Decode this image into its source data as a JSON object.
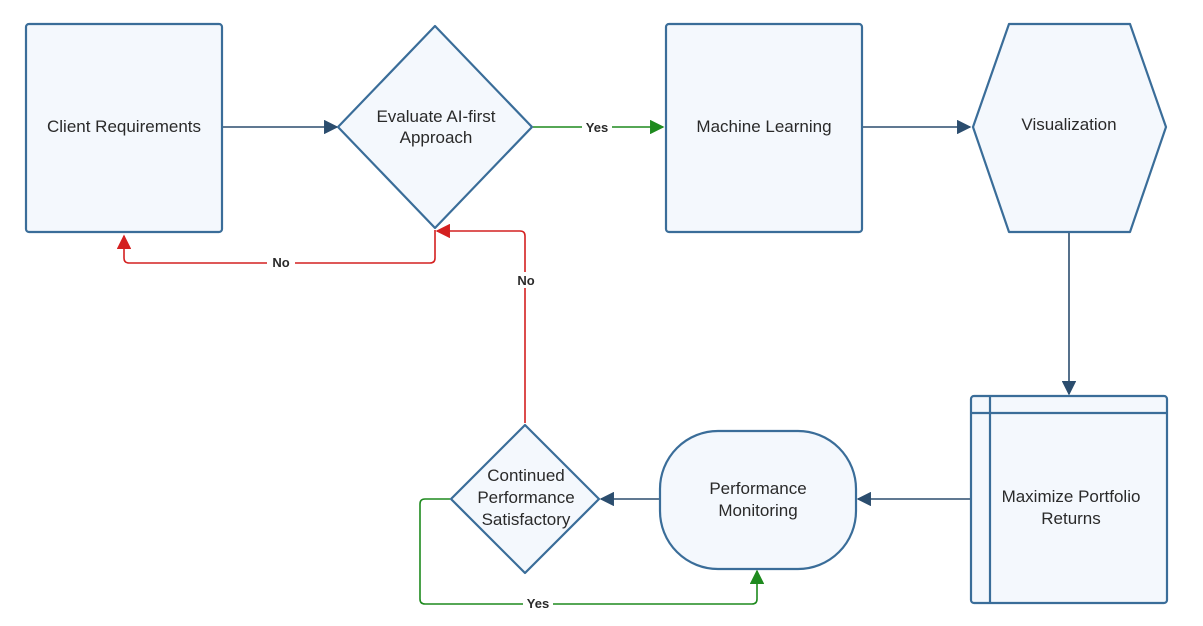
{
  "diagram": {
    "nodes": {
      "client_requirements": "Client Requirements",
      "evaluate_ai_line1": "Evaluate AI-first",
      "evaluate_ai_line2": "Approach",
      "machine_learning": "Machine Learning",
      "visualization": "Visualization",
      "maximize_line1": "Maximize Portfolio",
      "maximize_line2": "Returns",
      "monitoring_line1": "Performance",
      "monitoring_line2": "Monitoring",
      "continued_line1": "Continued",
      "continued_line2": "Performance",
      "continued_line3": "Satisfactory"
    },
    "edges": {
      "evaluate_to_ml": "Yes",
      "evaluate_to_client": "No",
      "continued_to_evaluate": "No",
      "continued_to_monitoring": "Yes"
    },
    "colors": {
      "node_fill": "#f4f8fd",
      "node_stroke": "#3a6d99",
      "edge_default": "#2b4d6e",
      "edge_no": "#d42020",
      "edge_yes": "#1e8a1e"
    }
  }
}
